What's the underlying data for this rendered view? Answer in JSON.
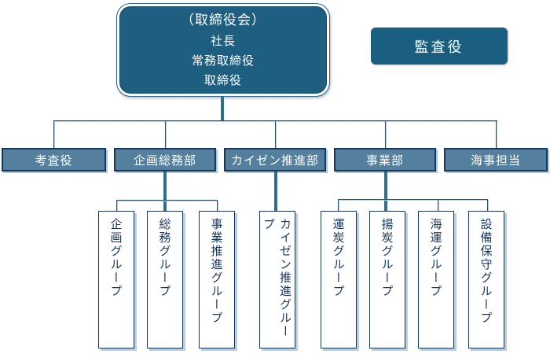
{
  "top_box": {
    "lines": [
      "（取締役会）",
      "社長",
      "常務取締役",
      "取締役"
    ]
  },
  "auditor_box": {
    "label": "監査役"
  },
  "departments": [
    {
      "label": "考査役"
    },
    {
      "label": "企画総務部"
    },
    {
      "label": "カイゼン推進部"
    },
    {
      "label": "事業部"
    },
    {
      "label": "海事担当"
    }
  ],
  "groups": [
    {
      "label": "企画グループ"
    },
    {
      "label": "総務グループ"
    },
    {
      "label": "事業推進グループ"
    },
    {
      "label": "カイゼン推進グループ"
    },
    {
      "label": "運炭グループ"
    },
    {
      "label": "揚炭グループ"
    },
    {
      "label": "海運グループ"
    },
    {
      "label": "設備保守グループ"
    }
  ],
  "colors": {
    "primary_fill": "#1e5f81",
    "secondary_fill": "#54809e",
    "thick_connector": "#2a7093",
    "thin_connector": "#2b4d6b",
    "dark_text": "#17365d",
    "shadow": "#b7d0e0"
  }
}
